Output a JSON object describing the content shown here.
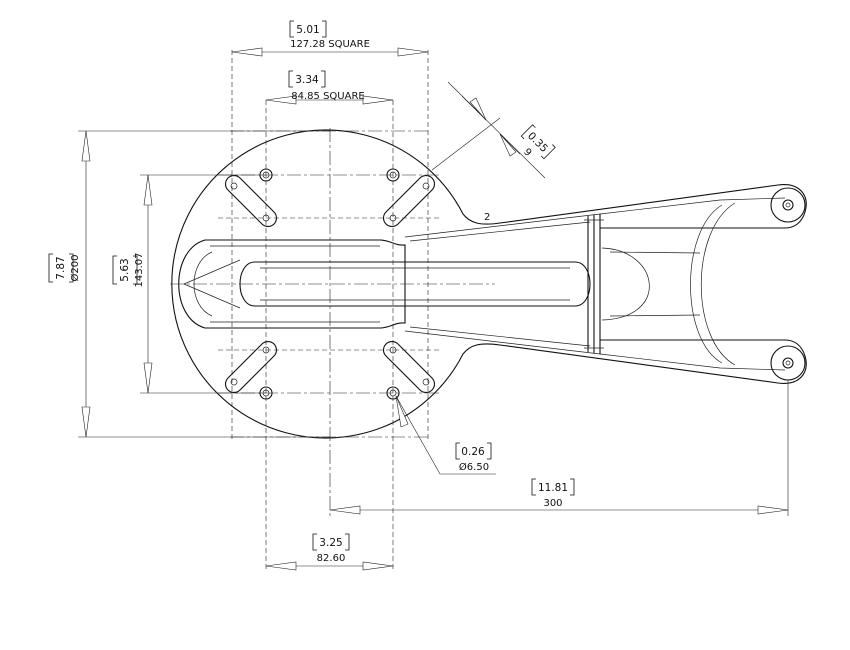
{
  "dimensions": {
    "square_outer": {
      "imperial": "5.01",
      "metric": "127.28 SQUARE"
    },
    "square_inner": {
      "imperial": "3.34",
      "metric": "84.85 SQUARE"
    },
    "hole_offset": {
      "imperial": "0.35",
      "metric": "9"
    },
    "diameter": {
      "imperial": "7.87",
      "metric": "Ø200"
    },
    "vertical_spacing": {
      "imperial": "5.63",
      "metric": "143.07"
    },
    "hole_diameter": {
      "imperial": "0.26",
      "metric": "Ø6.50"
    },
    "length": {
      "imperial": "11.81",
      "metric": "300"
    },
    "bottom_spacing": {
      "imperial": "3.25",
      "metric": "82.60"
    }
  },
  "callouts": {
    "small_note": "2"
  }
}
